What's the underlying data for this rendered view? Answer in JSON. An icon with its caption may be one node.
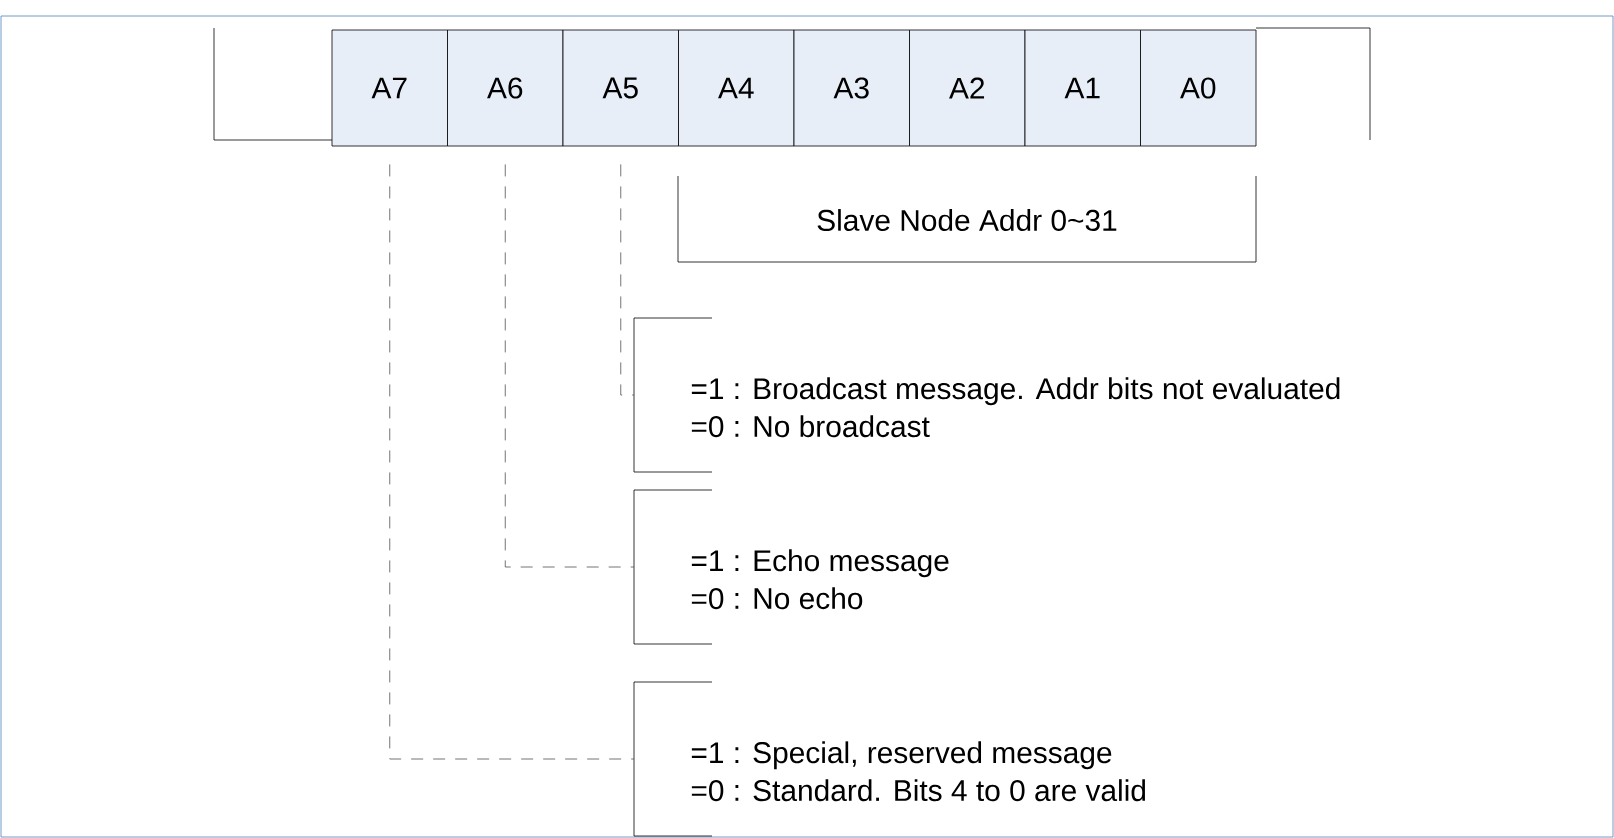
{
  "diagram": {
    "nodes": [
      {
        "text": [
          "A7"
        ]
      },
      {
        "text": [
          "A6"
        ]
      },
      {
        "text": [
          "A5"
        ]
      },
      {
        "text": [
          "A4"
        ]
      },
      {
        "text": [
          "A3"
        ]
      },
      {
        "text": [
          "A2"
        ]
      },
      {
        "text": [
          "A1"
        ]
      },
      {
        "text": [
          "A0"
        ]
      },
      {
        "text": [
          "=1 : Broadcast message. Addr bits not evaluated",
          "=0 : No broadcast"
        ]
      },
      {
        "text": [
          "=1 : Echo message",
          "=0 : No echo"
        ]
      },
      {
        "text": [
          "=1 : Special, reserved message",
          "=0 : Standard. Bits 4 to 0 are valid"
        ]
      }
    ],
    "edges": [
      {
        "from": 2,
        "to": 8,
        "arrow": "none",
        "style": "dashed"
      },
      {
        "from": 1,
        "to": 9,
        "arrow": "none",
        "style": "dashed"
      },
      {
        "from": 0,
        "to": 10,
        "arrow": "none",
        "style": "dashed"
      }
    ],
    "labels": [
      "Slave Node Addr 0~31"
    ]
  }
}
